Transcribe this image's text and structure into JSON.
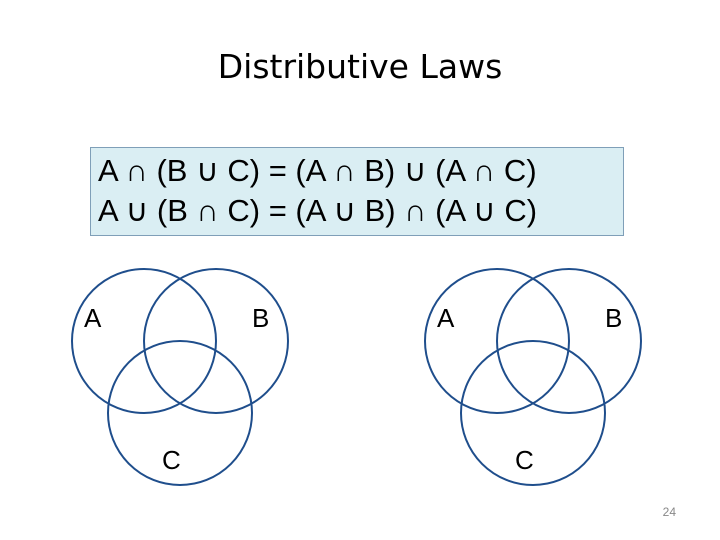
{
  "slide": {
    "title": "Distributive Laws",
    "page_number": "24"
  },
  "laws": [
    "A ∩ (B ∪ C) = (A ∩ B) ∪ (A ∩ C)",
    "A ∪ (B ∩ C) = (A ∪ B) ∩ (A ∪ C)"
  ],
  "diagrams": [
    {
      "labels": {
        "a": "A",
        "b": "B",
        "c": "C"
      }
    },
    {
      "labels": {
        "a": "A",
        "b": "B",
        "c": "C"
      }
    }
  ],
  "colors": {
    "box_fill": "#daeef3",
    "box_border": "#7f9fb8",
    "circle_stroke": "#1f4e8c"
  }
}
